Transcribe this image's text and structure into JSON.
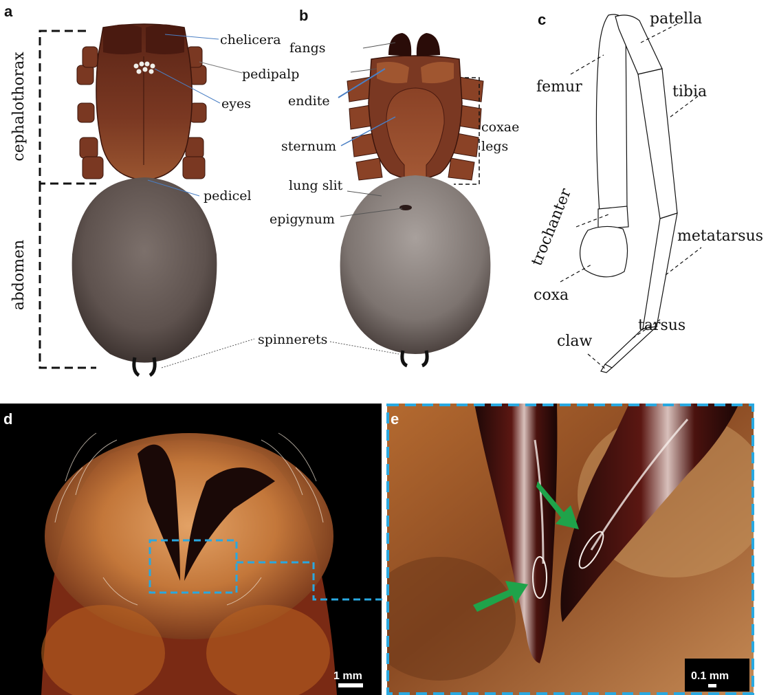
{
  "panels": {
    "a": {
      "label": "a",
      "regions": {
        "cephalothorax": "cephalothorax",
        "abdomen": "abdomen"
      },
      "parts": {
        "chelicera": "chelicera",
        "pedipalp": "pedipalp",
        "eyes": "eyes",
        "pedicel": "pedicel",
        "spinnerets": "spinnerets"
      }
    },
    "b": {
      "label": "b",
      "parts": {
        "fangs": "fangs",
        "endite": "endite",
        "sternum": "sternum",
        "coxae": "coxae",
        "legs": "legs",
        "lung_slit": "lung slit",
        "epigynum": "epigynum"
      }
    },
    "c": {
      "label": "c",
      "parts": {
        "patella": "patella",
        "femur": "femur",
        "tibia": "tibia",
        "trochanter": "trochanter",
        "metatarsus": "metatarsus",
        "coxa": "coxa",
        "tarsus": "tarsus",
        "claw": "claw"
      }
    },
    "d": {
      "label": "d",
      "scale_bar": "1 mm"
    },
    "e": {
      "label": "e",
      "scale_bar": "0.1 mm"
    }
  },
  "colors": {
    "body_brown": "#6a2c1a",
    "abdomen_gray": "#6e625e",
    "leader_blue": "#4a7fc4",
    "inset_dash": "#29a8e0",
    "arrow_green": "#1fa34a",
    "photo_bg": "#000000"
  }
}
